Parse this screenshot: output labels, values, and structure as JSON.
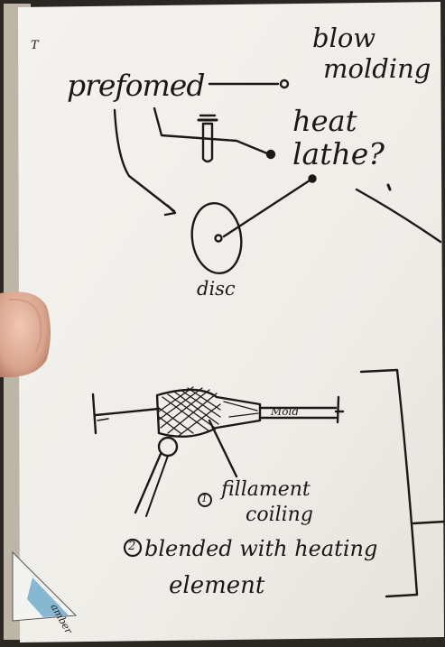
{
  "notes": {
    "left_mark": "T",
    "preformed": "prefomed",
    "blow_molding": [
      "blow",
      "molding"
    ],
    "heat_lathe": [
      "heat",
      "lathe?"
    ],
    "disc": "disc",
    "mold": "Mold",
    "circle_one": "1",
    "filament_coiling": [
      "fillament",
      "coiling"
    ],
    "circle_two": "2",
    "blended": [
      "blended with heating",
      "element"
    ],
    "corner_tag": "amber"
  },
  "colors": {
    "paper": "#f1efea",
    "ink": "#1b1916",
    "background": "#2b2824",
    "finger": "#e2b4a0"
  }
}
